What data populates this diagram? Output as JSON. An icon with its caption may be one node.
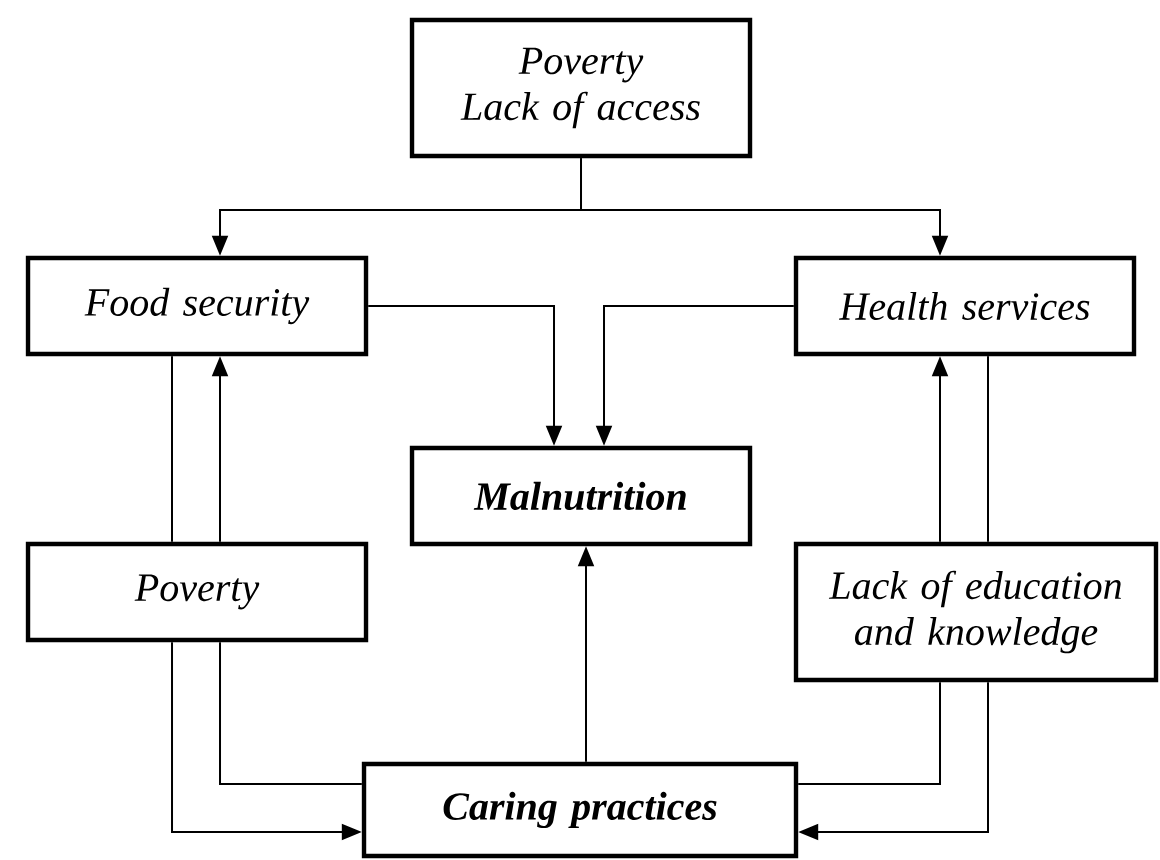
{
  "diagram": {
    "nodes": [
      {
        "text": [
          "Poverty",
          "Lack of access"
        ]
      },
      {
        "text": [
          "Food security"
        ]
      },
      {
        "text": [
          "Health services"
        ]
      },
      {
        "text": [
          "Malnutrition"
        ]
      },
      {
        "text": [
          "Poverty"
        ]
      },
      {
        "text": [
          "Lack of education and knowledge"
        ]
      },
      {
        "text": [
          "Caring practices"
        ]
      }
    ],
    "edges": [
      {
        "from": 0,
        "to": 1,
        "arrow": "to"
      },
      {
        "from": 0,
        "to": 2,
        "arrow": "to"
      },
      {
        "from": 1,
        "to": 3,
        "arrow": "to"
      },
      {
        "from": 2,
        "to": 3,
        "arrow": "to"
      },
      {
        "from": 6,
        "to": 3,
        "arrow": "to"
      },
      {
        "from": 4,
        "to": 1,
        "arrow": "to"
      },
      {
        "from": 1,
        "to": 4,
        "arrow": "none"
      },
      {
        "from": 4,
        "to": 6,
        "arrow": "to"
      },
      {
        "from": 4,
        "to": 6,
        "arrow": "none"
      },
      {
        "from": 5,
        "to": 2,
        "arrow": "to"
      },
      {
        "from": 2,
        "to": 5,
        "arrow": "none"
      },
      {
        "from": 5,
        "to": 6,
        "arrow": "to"
      },
      {
        "from": 5,
        "to": 6,
        "arrow": "none"
      }
    ]
  }
}
